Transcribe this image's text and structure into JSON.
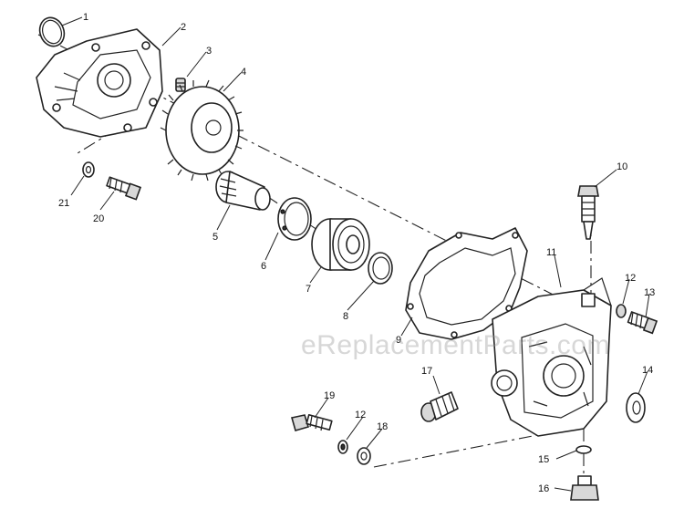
{
  "callouts": [
    {
      "id": "1",
      "label": "1"
    },
    {
      "id": "2",
      "label": "2"
    },
    {
      "id": "3",
      "label": "3"
    },
    {
      "id": "4",
      "label": "4"
    },
    {
      "id": "5",
      "label": "5"
    },
    {
      "id": "6",
      "label": "6"
    },
    {
      "id": "7",
      "label": "7"
    },
    {
      "id": "8",
      "label": "8"
    },
    {
      "id": "9",
      "label": "9"
    },
    {
      "id": "10",
      "label": "10"
    },
    {
      "id": "11",
      "label": "11"
    },
    {
      "id": "12a",
      "label": "12"
    },
    {
      "id": "12b",
      "label": "12"
    },
    {
      "id": "13",
      "label": "13"
    },
    {
      "id": "14",
      "label": "14"
    },
    {
      "id": "15",
      "label": "15"
    },
    {
      "id": "16",
      "label": "16"
    },
    {
      "id": "17",
      "label": "17"
    },
    {
      "id": "18",
      "label": "18"
    },
    {
      "id": "19",
      "label": "19"
    },
    {
      "id": "20",
      "label": "20"
    },
    {
      "id": "21",
      "label": "21"
    }
  ],
  "watermark": "eReplacementParts.com"
}
